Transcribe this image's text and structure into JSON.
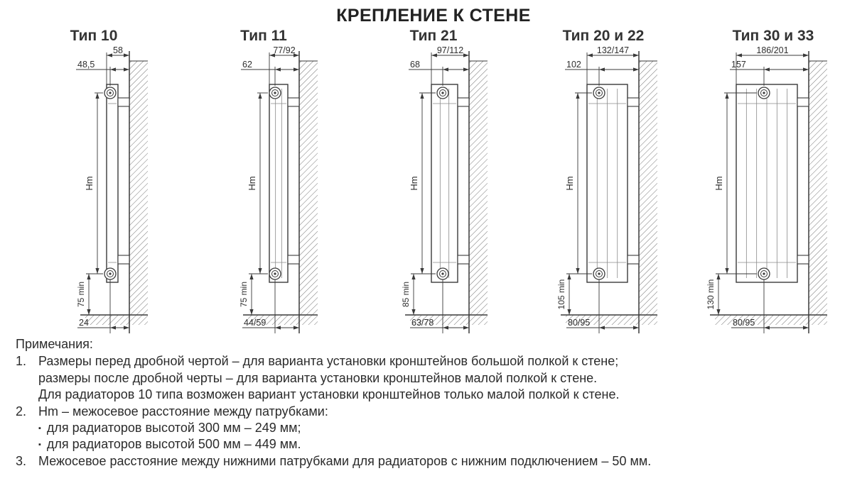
{
  "title": "КРЕПЛЕНИЕ К СТЕНЕ",
  "icons": {
    "bullet": "▪"
  },
  "diagrams": [
    {
      "label": "Тип 10",
      "overall_depth": "58",
      "pipe_axis_depth": "48,5",
      "hm_label": "Hm",
      "min_clearance": "75 min",
      "bottom_offset": "24"
    },
    {
      "label": "Тип 11",
      "overall_depth": "77/92",
      "pipe_axis_depth": "62",
      "hm_label": "Hm",
      "min_clearance": "75 min",
      "bottom_offset": "44/59"
    },
    {
      "label": "Тип 21",
      "overall_depth": "97/112",
      "pipe_axis_depth": "68",
      "hm_label": "Hm",
      "min_clearance": "85 min",
      "bottom_offset": "63/78"
    },
    {
      "label": "Тип 20 и 22",
      "overall_depth": "132/147",
      "pipe_axis_depth": "102",
      "hm_label": "Hm",
      "min_clearance": "105 min",
      "bottom_offset": "80/95"
    },
    {
      "label": "Тип 30 и 33",
      "overall_depth": "186/201",
      "pipe_axis_depth": "157",
      "hm_label": "Hm",
      "min_clearance": "130 min",
      "bottom_offset": "80/95"
    }
  ],
  "notes": {
    "heading": "Примечания:",
    "item1_num": "1.",
    "item1_line1": "Размеры перед дробной чертой – для варианта установки кронштейнов большой полкой к стене;",
    "item1_line2": "размеры после дробной черты – для варианта установки кронштейнов малой полкой к стене.",
    "item1_line3": "Для радиаторов 10 типа возможен вариант установки кронштейнов только малой полкой к стене.",
    "item2_num": "2.",
    "item2_text": "Hm – межосевое расстояние между патрубками:",
    "item2_bullet1": "для радиаторов высотой 300 мм – 249 мм;",
    "item2_bullet2": "для радиаторов высотой 500 мм – 449 мм.",
    "item3_num": "3.",
    "item3_text": "Межосевое расстояние между нижними патрубками для радиаторов с нижним подключением – 50 мм."
  }
}
